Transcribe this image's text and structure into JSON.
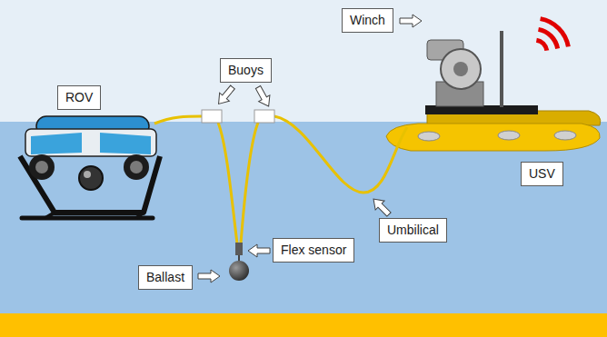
{
  "diagram": {
    "nodes": [
      {
        "text": [
          "Winch"
        ]
      },
      {
        "text": [
          "Buoys"
        ]
      },
      {
        "text": [
          "ROV"
        ]
      },
      {
        "text": [
          "USV"
        ]
      },
      {
        "text": [
          "Umbilical"
        ]
      },
      {
        "text": [
          "Flex sensor"
        ]
      },
      {
        "text": [
          "Ballast"
        ]
      }
    ]
  }
}
